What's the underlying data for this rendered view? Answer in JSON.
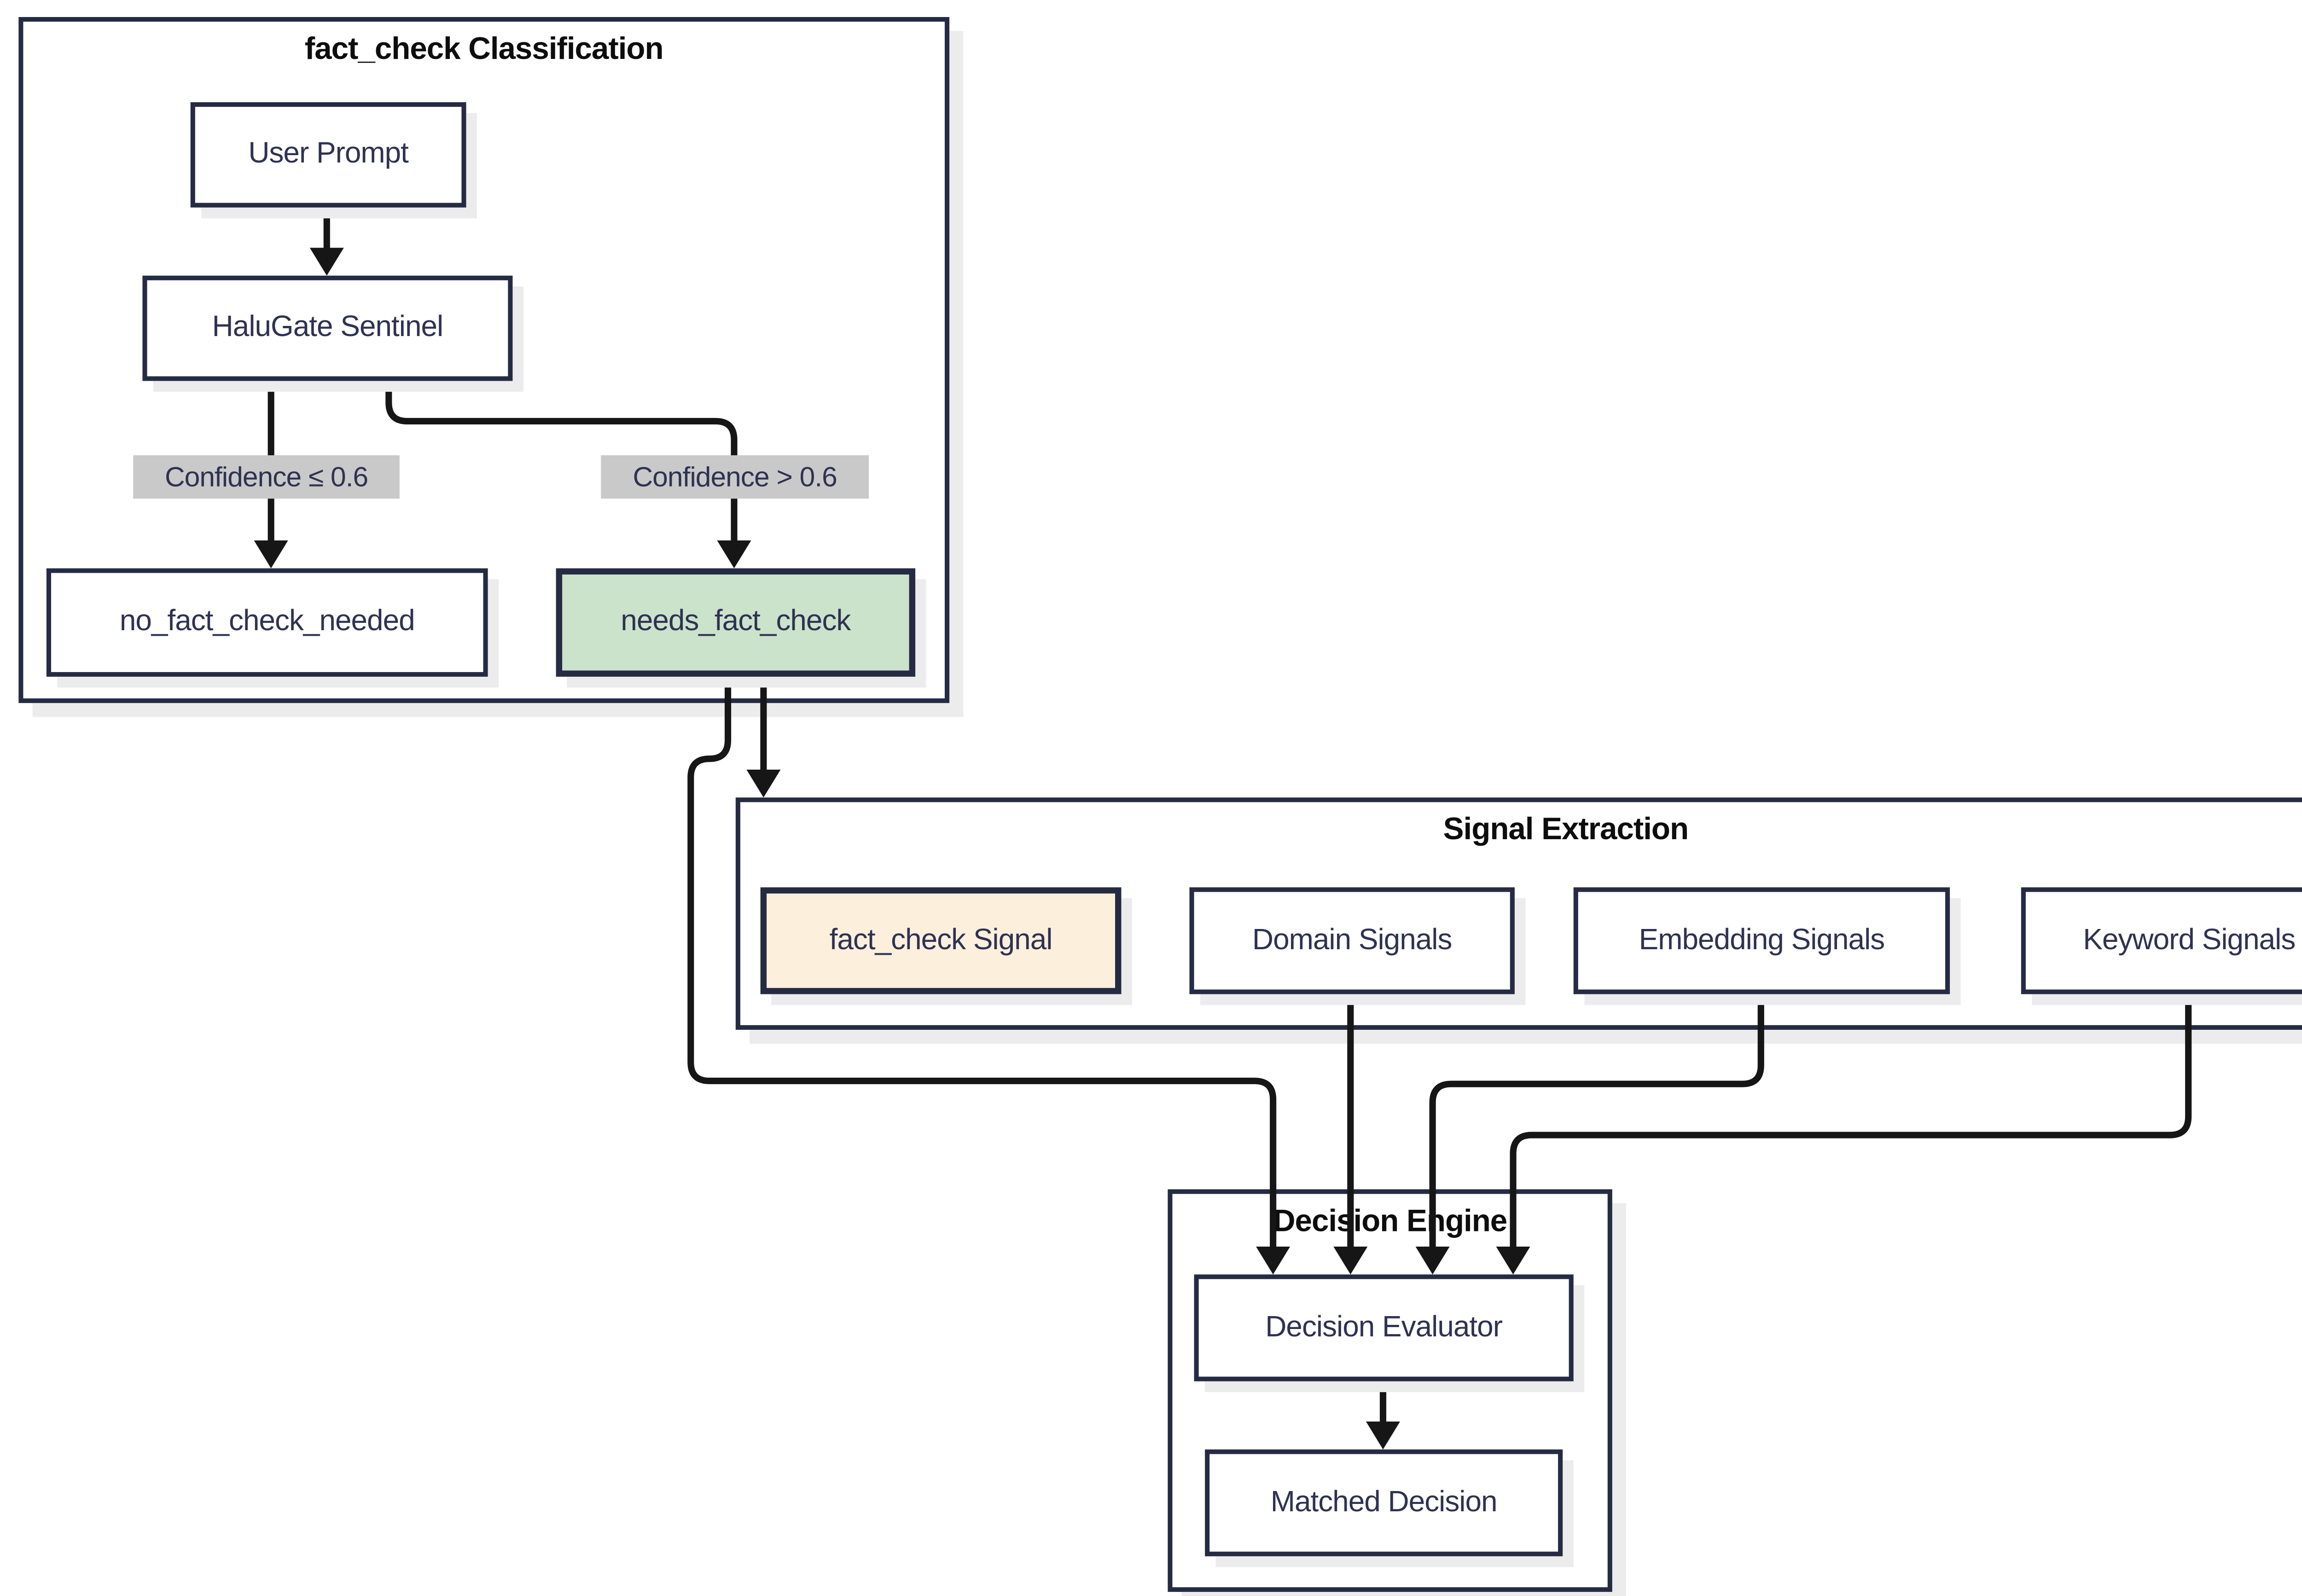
{
  "diagram": {
    "type": "flowchart",
    "background": "#ffffff",
    "colors": {
      "node_border": "#262b44",
      "node_fill": "#ffffff",
      "node_text": "#2e3252",
      "subgraph_title_text": "#0d0d0d",
      "edge_color": "#161616",
      "edge_label_bg": "#c9c9c9",
      "highlight_green_fill": "#cbe3ca",
      "highlight_peach_fill": "#fcefdc",
      "shadow": "#ececec"
    },
    "subgraphs": {
      "classification": {
        "title": "fact_check Classification"
      },
      "signal_extraction": {
        "title": "Signal Extraction"
      },
      "decision_engine": {
        "title": "Decision Engine"
      }
    },
    "nodes": {
      "user_prompt": {
        "label": "User Prompt",
        "subgraph": "classification",
        "style": "default"
      },
      "halugate_sentinel": {
        "label": "HaluGate Sentinel",
        "subgraph": "classification",
        "style": "default"
      },
      "no_fact_check_needed": {
        "label": "no_fact_check_needed",
        "subgraph": "classification",
        "style": "default"
      },
      "needs_fact_check": {
        "label": "needs_fact_check",
        "subgraph": "classification",
        "style": "green"
      },
      "fact_check_signal": {
        "label": "fact_check Signal",
        "subgraph": "signal_extraction",
        "style": "peach"
      },
      "domain_signals": {
        "label": "Domain Signals",
        "subgraph": "signal_extraction",
        "style": "default"
      },
      "embedding_signals": {
        "label": "Embedding Signals",
        "subgraph": "signal_extraction",
        "style": "default"
      },
      "keyword_signals": {
        "label": "Keyword Signals",
        "subgraph": "signal_extraction",
        "style": "default"
      },
      "decision_evaluator": {
        "label": "Decision Evaluator",
        "subgraph": "decision_engine",
        "style": "default"
      },
      "matched_decision": {
        "label": "Matched Decision",
        "subgraph": "decision_engine",
        "style": "default"
      }
    },
    "edge_labels": {
      "low_confidence": {
        "text": "Confidence ≤ 0.6"
      },
      "high_confidence": {
        "text": "Confidence > 0.6"
      }
    },
    "edges": [
      {
        "from": "user_prompt",
        "to": "halugate_sentinel",
        "label": ""
      },
      {
        "from": "halugate_sentinel",
        "to": "no_fact_check_needed",
        "label": "Confidence ≤ 0.6"
      },
      {
        "from": "halugate_sentinel",
        "to": "needs_fact_check",
        "label": "Confidence > 0.6"
      },
      {
        "from": "needs_fact_check",
        "to": "signal_extraction",
        "label": ""
      },
      {
        "from": "needs_fact_check",
        "to": "decision_evaluator",
        "label": ""
      },
      {
        "from": "domain_signals",
        "to": "decision_evaluator",
        "label": ""
      },
      {
        "from": "embedding_signals",
        "to": "decision_evaluator",
        "label": ""
      },
      {
        "from": "keyword_signals",
        "to": "decision_evaluator",
        "label": ""
      },
      {
        "from": "decision_evaluator",
        "to": "matched_decision",
        "label": ""
      }
    ]
  }
}
